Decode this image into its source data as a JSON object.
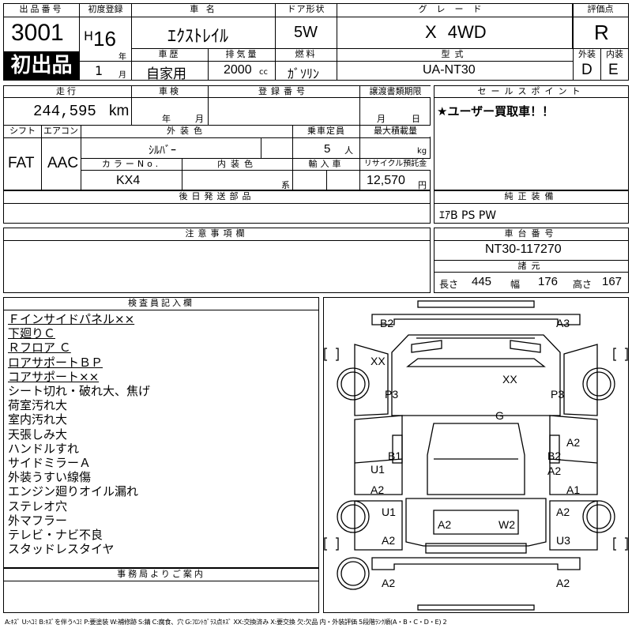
{
  "header": {
    "lot_label": "出品番号",
    "lot_number": "3001",
    "first_listing": "初出品",
    "first_reg_label": "初度登録",
    "era": "H",
    "year": "16",
    "year_unit": "年",
    "month": "1",
    "month_unit": "月",
    "name_label": "車 名",
    "car_name": "ｴｸｽﾄﾚｲﾙ",
    "door_label": "ドア形状",
    "door": "5W",
    "grade_label": "グレード",
    "grade": "X 4WD",
    "score_label": "評価点",
    "score": "R",
    "history_label": "車歴",
    "history": "自家用",
    "displacement_label": "排気量",
    "displacement": "2000",
    "displacement_unit": "cc",
    "fuel_label": "燃料",
    "fuel": "ｶﾞｿﾘﾝ",
    "model_label": "型式",
    "model": "UA-NT30",
    "ext_label": "外装",
    "int_label": "内装",
    "ext_grade": "D",
    "int_grade": "E"
  },
  "mid": {
    "mileage_label": "走行",
    "mileage": "244,595",
    "mileage_unit": "km",
    "inspection_label": "車検",
    "inspection_year_unit": "年",
    "inspection_month_unit": "月",
    "reg_label": "登録番号",
    "transfer_label": "譲渡書類期限",
    "transfer_month_unit": "月",
    "transfer_day_unit": "日",
    "shift_label": "シフト",
    "shift": "FAT",
    "ac_label": "エアコン",
    "ac": "AAC",
    "ext_color_label": "外装色",
    "ext_color": "ｼﾙﾊﾞｰ",
    "seats_label": "乗車定員",
    "seats": "5",
    "seats_unit": "人",
    "load_label": "最大積載量",
    "load_unit": "kg",
    "color_no_label": "カラーNo.",
    "color_no": "KX4",
    "int_color_label": "内装色",
    "int_color_unit": "系",
    "import_label": "輸入車",
    "recycle_label": "リサイクル預託金",
    "recycle": "12,570",
    "recycle_unit": "円",
    "later_label": "後日発送部品",
    "caution_label": "注意事項欄",
    "sales_label": "セールスポイント",
    "sales_text": "★ユーザー買取車！！",
    "equip_label": "純正装備",
    "equip": "ｴｱB PS PW",
    "chassis_label": "車台番号",
    "chassis": "NT30-117270",
    "dims_label": "諸元",
    "length_label": "長さ",
    "length": "445",
    "width_label": "幅",
    "width": "176",
    "height_label": "高さ",
    "height": "167"
  },
  "inspector": {
    "label": "検査員記入欄",
    "notes": [
      "Ｆインサイドパネル××",
      "下廻りＣ",
      "Ｒフロア Ｃ",
      "ロアサポートＢＰ",
      "コアサポート××",
      "シート切れ・破れ大、焦げ",
      "荷室汚れ大",
      "室内汚れ大",
      "天張しみ大",
      "ハンドルすれ",
      "サイドミラーＡ",
      "外装うすい線傷",
      "エンジン廻りオイル漏れ",
      "ステレオ穴",
      "外マフラー",
      "テレビ・ナビ不良",
      "スタッドレスタイヤ"
    ],
    "office_label": "事務局よりご案内"
  },
  "diagram": {
    "marks": [
      "B2",
      "A3",
      "XX",
      "XX",
      "P3",
      "P3",
      "G",
      "A2",
      "B1",
      "B2",
      "U1",
      "A2",
      "A2",
      "A1",
      "U1",
      "A2",
      "W2",
      "A2",
      "A2",
      "U3",
      "A2",
      "A2"
    ],
    "bracket": "[ ]"
  },
  "legend": "A:ｷｽﾞ U:ﾍｺﾐ B:ｷｽﾞを伴うﾍｺﾐ P:要塗装 W:補修跡 S:錆 C:腐食、穴 G:ﾌﾛﾝﾄｶﾞﾗｽ点ｷｽﾞ XX:交換済み X:要交換 欠:欠品 内・外装評価 5段階ﾗﾝｸ順(A・B・C・D・E) 2"
}
